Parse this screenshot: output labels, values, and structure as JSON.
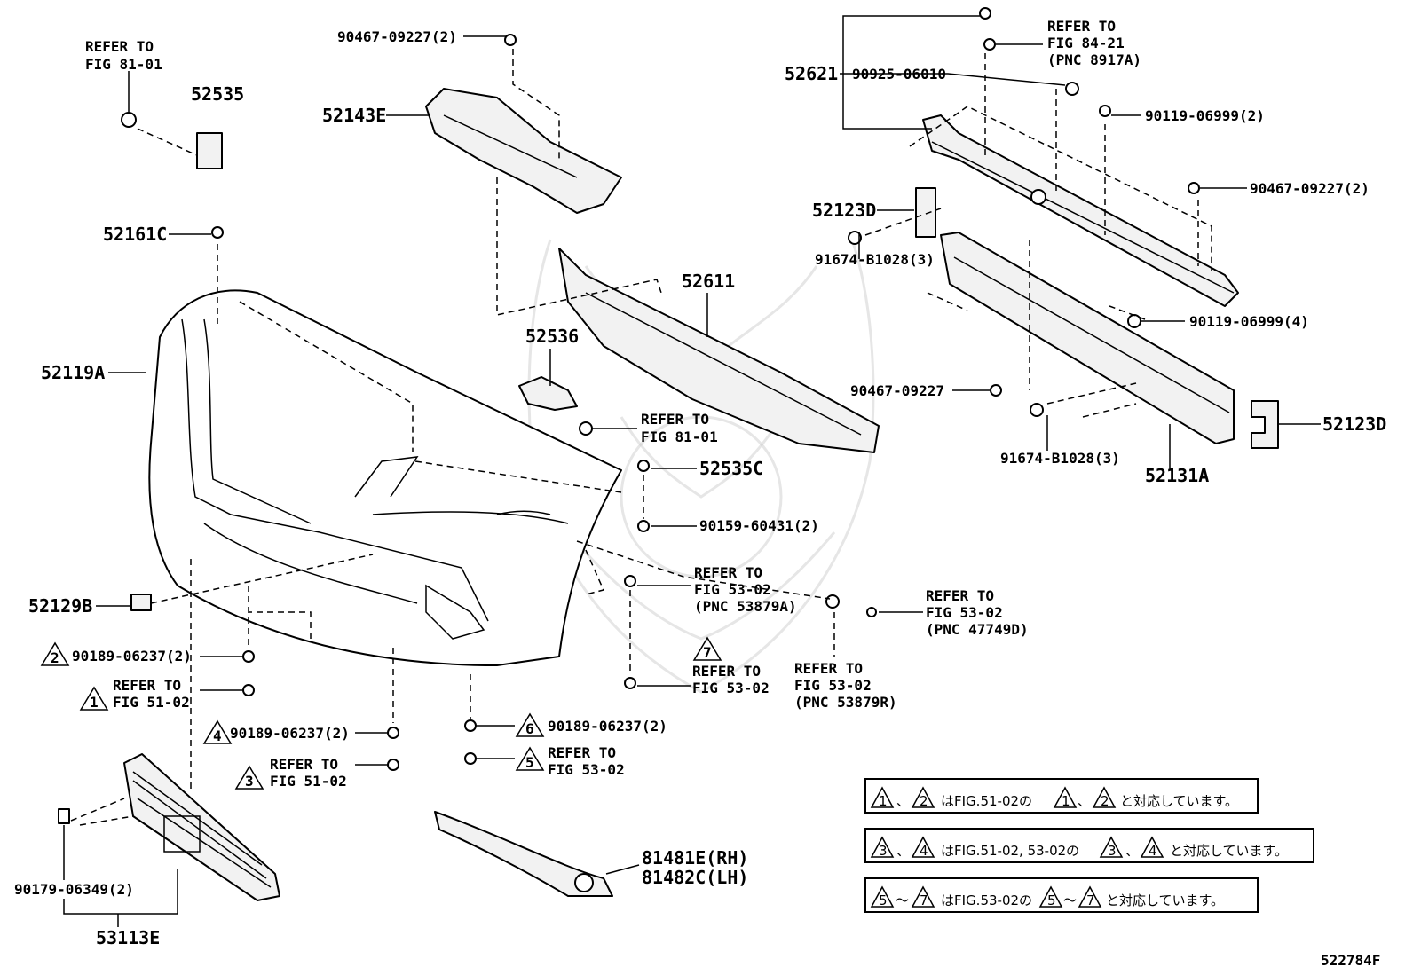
{
  "labels": {
    "refer_81_01_top": [
      "REFER TO",
      "FIG 81-01"
    ],
    "p52535": "52535",
    "p52161c": "52161C",
    "p52119a": "52119A",
    "p52129b": "52129B",
    "p90467_09227_2_top": "90467-09227(2)",
    "p52143e": "52143E",
    "p52611": "52611",
    "p52536": "52536",
    "refer_81_01_mid": [
      "REFER TO",
      "FIG 81-01"
    ],
    "p52535c": "52535C",
    "p90159_60431": "90159-60431(2)",
    "refer_53_02_a": [
      "REFER TO",
      "FIG 53-02",
      "(PNC 53879A)"
    ],
    "refer_53_02_b": [
      "REFER TO",
      "FIG 53-02",
      "(PNC 47749D)"
    ],
    "refer_53_02_c": [
      "REFER TO",
      "FIG 53-02"
    ],
    "refer_53_02_d": [
      "REFER TO",
      "FIG 53-02",
      "(PNC 53879R)"
    ],
    "p52621": "52621",
    "p90925_06010": "90925-06010",
    "refer_84_21": [
      "REFER TO",
      "FIG 84-21",
      "(PNC 8917A)"
    ],
    "p90119_06999_2": "90119-06999(2)",
    "p90467_09227_2_right": "90467-09227(2)",
    "p52123d_left": "52123D",
    "p91674_b1028_3_top": "91674-B1028(3)",
    "p90119_06999_4": "90119-06999(4)",
    "p90467_09227": "90467-09227",
    "p91674_b1028_3_bot": "91674-B1028(3)",
    "p52131a": "52131A",
    "p52123d_right": "52123D",
    "p90189_06237_a": "90189-06237(2)",
    "refer_51_02_a": [
      "REFER TO",
      "FIG 51-02"
    ],
    "p90189_06237_b": "90189-06237(2)",
    "refer_51_02_b": [
      "REFER TO",
      "FIG 51-02"
    ],
    "p90189_06237_c": "90189-06237(2)",
    "refer_53_02_e": [
      "REFER TO",
      "FIG 53-02"
    ],
    "p81481e": "81481E(RH)",
    "p81482c": "81482C(LH)",
    "p90179_06349": "90179-06349(2)",
    "p53113e": "53113E",
    "diagram_id": "522784F"
  },
  "markers": {
    "m1": "1",
    "m2": "2",
    "m3": "3",
    "m4": "4",
    "m5": "5",
    "m6": "6",
    "m7": "7"
  },
  "notes": [
    {
      "a": "1",
      "sep": "、",
      "b": "2",
      "text1": "はFIG.51-02の",
      "c": "1",
      "sep2": "、",
      "d": "2",
      "text2": "と対応しています。"
    },
    {
      "a": "3",
      "sep": "、",
      "b": "4",
      "text1": "はFIG.51-02, 53-02の",
      "c": "3",
      "sep2": "、",
      "d": "4",
      "text2": "と対応しています。"
    },
    {
      "a": "5",
      "sep": "～",
      "b": "7",
      "text1": "はFIG.53-02の",
      "c": "5",
      "sep2": "～",
      "d": "7",
      "text2": "と対応しています。"
    }
  ]
}
